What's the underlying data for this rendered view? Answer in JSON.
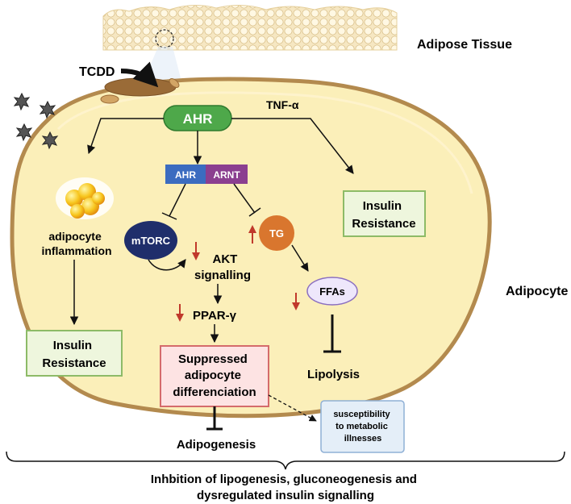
{
  "labels": {
    "adipose_tissue": "Adipose Tissue",
    "tcdd": "TCDD",
    "tnf_alpha": "TNF-α",
    "ahr": "AHR",
    "ahr_small": "AHR",
    "arnt": "ARNT",
    "insulin_resistance_right": [
      "Insulin",
      "Resistance"
    ],
    "adipocyte_inflammation": [
      "adipocyte",
      "inflammation"
    ],
    "mtorc": "mTORC",
    "tg": "TG",
    "akt_signalling": [
      "AKT",
      "signalling"
    ],
    "ffas": "FFAs",
    "ppar_gamma": "PPAR-γ",
    "adipocyte": "Adipocyte",
    "insulin_resistance_left": [
      "Insulin",
      "Resistance"
    ],
    "suppressed_differentiation": [
      "Suppressed",
      "adipocyte",
      "differenciation"
    ],
    "lipolysis": "Lipolysis",
    "susceptibility": [
      "susceptibility",
      "to metabolic",
      "illnesses"
    ],
    "adipogenesis": "Adipogenesis",
    "bottom_caption": [
      "Inhbition of lipogenesis, gluconeogenesis and",
      "dysregulated insulin signalling"
    ]
  },
  "colors": {
    "cell_fill": "#fbefb9",
    "cell_border": "#b38a4e",
    "ahr_green": "#4ea84a",
    "ahr_blue": "#3b6cc0",
    "arnt_purple": "#8b3f90",
    "mtorc_navy": "#1f2e6b",
    "tg_orange": "#d9762e",
    "ffas_lavender": "#eee7fb",
    "green_box_fill": "#eef6dd",
    "green_box_border": "#8dbb67",
    "pink_box_fill": "#fde3e3",
    "pink_box_border": "#d46b6b",
    "blue_box_fill": "#e4eef8",
    "blue_box_border": "#8fb0d6",
    "red_arrow": "#c0392b",
    "tissue": "#f4e2b6"
  },
  "icons": [
    "toxin-star-icon",
    "lipid-droplet-icon",
    "mitochondria-icon",
    "nucleus-icon",
    "down-arrow-icon",
    "up-arrow-icon"
  ]
}
